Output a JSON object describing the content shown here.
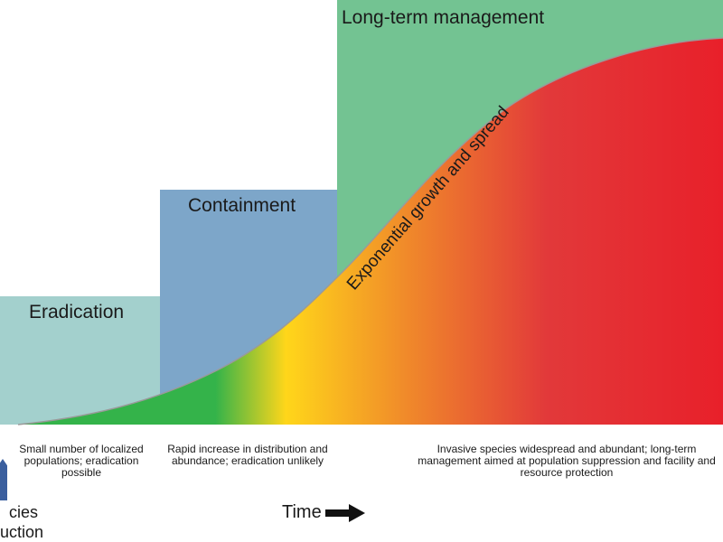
{
  "phases": {
    "eradication": {
      "label": "Eradication",
      "color": "#a3d0cd"
    },
    "containment": {
      "label": "Containment",
      "color": "#7da6c9"
    },
    "long_term": {
      "label": "Long-term management",
      "color": "#73c392"
    }
  },
  "curve": {
    "label": "Exponential growth and spread",
    "gradient": [
      "#34b34a",
      "#ffd61a",
      "#f08a2a",
      "#e2393a",
      "#e8202a"
    ]
  },
  "descriptions": {
    "early": "Small number of localized populations; eradication possible",
    "middle": "Rapid increase in distribution and abundance; eradication unlikely",
    "late": "Invasive species widespread and abundant; long-term management aimed at population suppression and facility and resource protection"
  },
  "axis": {
    "time_label": "Time"
  },
  "introduction": {
    "line1": "cies",
    "line2": "uction",
    "arrow_color": "#3b5f9e"
  }
}
